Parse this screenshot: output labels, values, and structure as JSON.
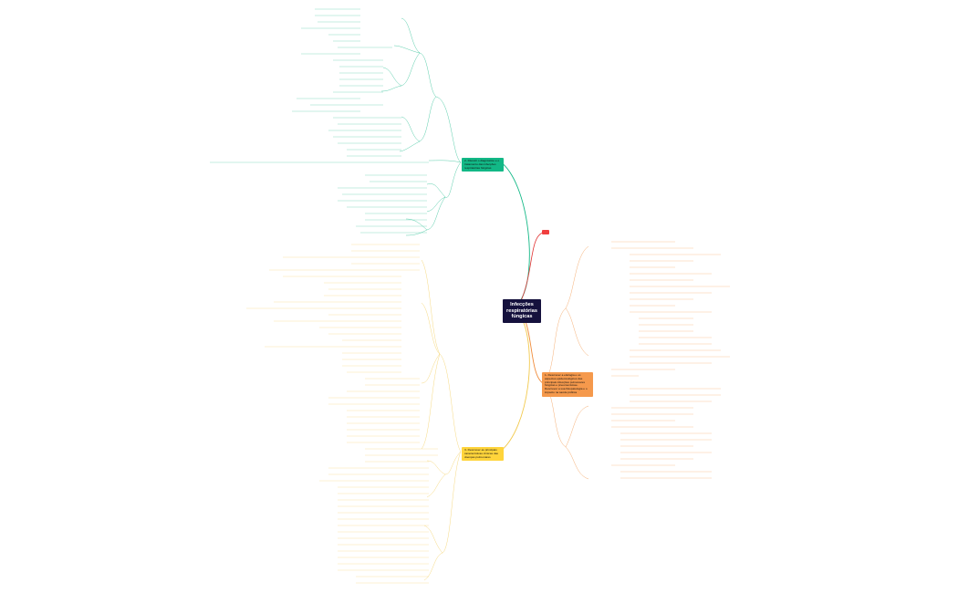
{
  "center": {
    "title_lines": [
      "Infecções",
      "respiratórias",
      "fúngicas"
    ]
  },
  "branches": {
    "green": {
      "label": "2- Discutir o diagnóstico e o tratamento das infecções respiratórias fúngicas",
      "color": "#12b886"
    },
    "yellow": {
      "label": "3- Descrever as principais características clínicas das doenças pulmonares",
      "color": "#ffd43b"
    },
    "orange": {
      "label": "1- Descrever a etiologia e os aspectos epidemiológicos das principais infecções pulmonares fúngicas e pneumocistose. Descrever a sua fisiopatologia e o impacto na saúde pública",
      "color": "#f5994c"
    },
    "red": {
      "color": "#f03e3e"
    }
  },
  "colors": {
    "line_green": "#12b886",
    "line_yellow": "#f2c94c",
    "line_orange": "#f08c3a",
    "line_red": "#e03131"
  }
}
